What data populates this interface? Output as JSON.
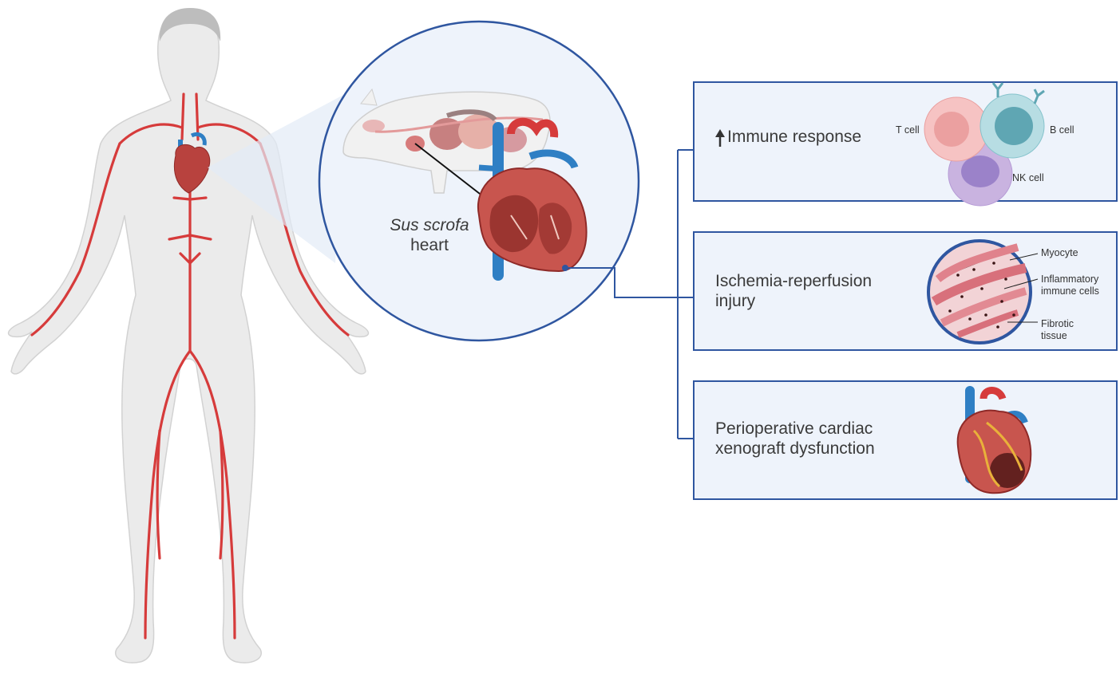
{
  "heart_label": {
    "species": "Sus scrofa",
    "organ": "heart"
  },
  "panels": [
    {
      "title": "Immune response",
      "cells": [
        "T cell",
        "B cell",
        "NK cell"
      ]
    },
    {
      "title_line1": "Ischemia-reperfusion",
      "title_line2": "injury",
      "annotations": {
        "myocyte": "Myocyte",
        "inflam_1": "Inflammatory",
        "inflam_2": "immune cells",
        "fibrotic_1": "Fibrotic",
        "fibrotic_2": "tissue"
      }
    },
    {
      "title_line1": "Perioperative cardiac",
      "title_line2": "xenograft dysfunction"
    }
  ],
  "colors": {
    "panel_border": "#2f56a0",
    "panel_fill": "#eef3fb",
    "artery": "#d63b3b",
    "vein": "#2f7fc4",
    "body": "#e9e9e9"
  }
}
